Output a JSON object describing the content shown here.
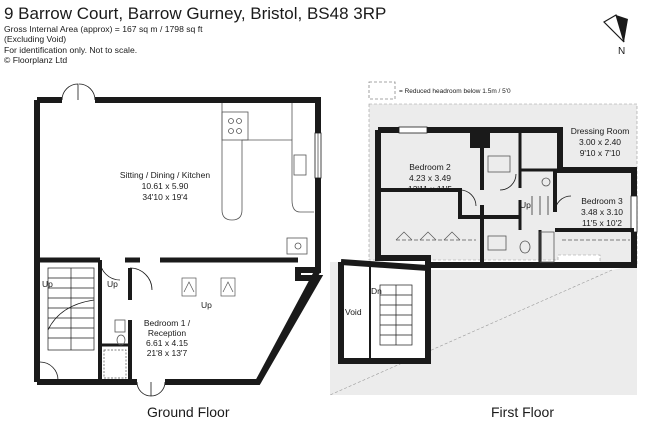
{
  "header": {
    "title": "9 Barrow Court, Barrow Gurney, Bristol, BS48 3RP",
    "area": "Gross Internal Area (approx) = 167 sq m / 1798 sq ft",
    "excluding": "(Excluding Void)",
    "note": "For identification only. Not to scale.",
    "copyright": "© Floorplanz Ltd"
  },
  "legend": {
    "reduced_headroom": "= Reduced headroom below 1.5m / 5'0"
  },
  "ground_floor": {
    "label": "Ground Floor",
    "sitting": {
      "name": "Sitting / Dining / Kitchen",
      "metric": "10.61 x 5.90",
      "imperial": "34'10 x 19'4"
    },
    "bedroom1": {
      "name1": "Bedroom 1 /",
      "name2": "Reception",
      "metric": "6.61 x 4.15",
      "imperial": "21'8 x 13'7"
    },
    "markers": {
      "up_left": "Up",
      "up_mid": "Up",
      "up_bed": "Up"
    }
  },
  "first_floor": {
    "label": "First Floor",
    "bedroom2": {
      "name": "Bedroom 2",
      "metric": "4.23 x 3.49",
      "imperial": "13'11 x 11'5"
    },
    "dressing": {
      "name": "Dressing Room",
      "metric": "3.00 x 2.40",
      "imperial": "9'10 x 7'10"
    },
    "bedroom3": {
      "name": "Bedroom 3",
      "metric": "3.48 x 3.10",
      "imperial": "11'5 x 10'2"
    },
    "markers": {
      "up": "Up",
      "dn": "Dn",
      "void": "Void"
    }
  },
  "compass": {
    "letter": "N"
  },
  "colors": {
    "wall": "#1a1a1a",
    "headroom": "#ececec",
    "fixture": "#555555"
  }
}
